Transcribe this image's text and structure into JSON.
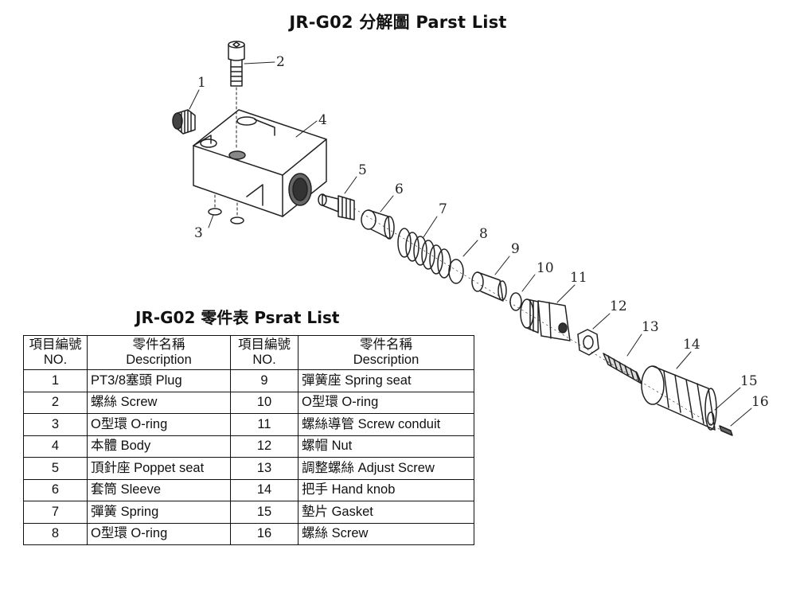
{
  "page_title": "JR-G02 分解圖 Parst List",
  "table_title": "JR-G02 零件表 Psrat List",
  "columns": {
    "no_zh": "項目編號",
    "no_en": "NO.",
    "desc_zh": "零件名稱",
    "desc_en": "Description"
  },
  "parts": [
    {
      "no": "1",
      "desc": "PT3/8塞頭 Plug"
    },
    {
      "no": "2",
      "desc": "螺絲 Screw"
    },
    {
      "no": "3",
      "desc": "O型環 O-ring"
    },
    {
      "no": "4",
      "desc": "本體 Body"
    },
    {
      "no": "5",
      "desc": "頂針座 Poppet seat"
    },
    {
      "no": "6",
      "desc": "套筒 Sleeve"
    },
    {
      "no": "7",
      "desc": "彈簧 Spring"
    },
    {
      "no": "8",
      "desc": "O型環 O-ring"
    },
    {
      "no": "9",
      "desc": "彈簧座 Spring seat"
    },
    {
      "no": "10",
      "desc": "O型環 O-ring"
    },
    {
      "no": "11",
      "desc": "螺絲導管 Screw conduit"
    },
    {
      "no": "12",
      "desc": "螺帽 Nut"
    },
    {
      "no": "13",
      "desc": "調整螺絲 Adjust Screw"
    },
    {
      "no": "14",
      "desc": "把手 Hand knob"
    },
    {
      "no": "15",
      "desc": "墊片 Gasket"
    },
    {
      "no": "16",
      "desc": "螺絲 Screw"
    }
  ],
  "callouts": [
    "1",
    "2",
    "3",
    "4",
    "5",
    "6",
    "7",
    "8",
    "9",
    "10",
    "11",
    "12",
    "13",
    "14",
    "15",
    "16"
  ]
}
